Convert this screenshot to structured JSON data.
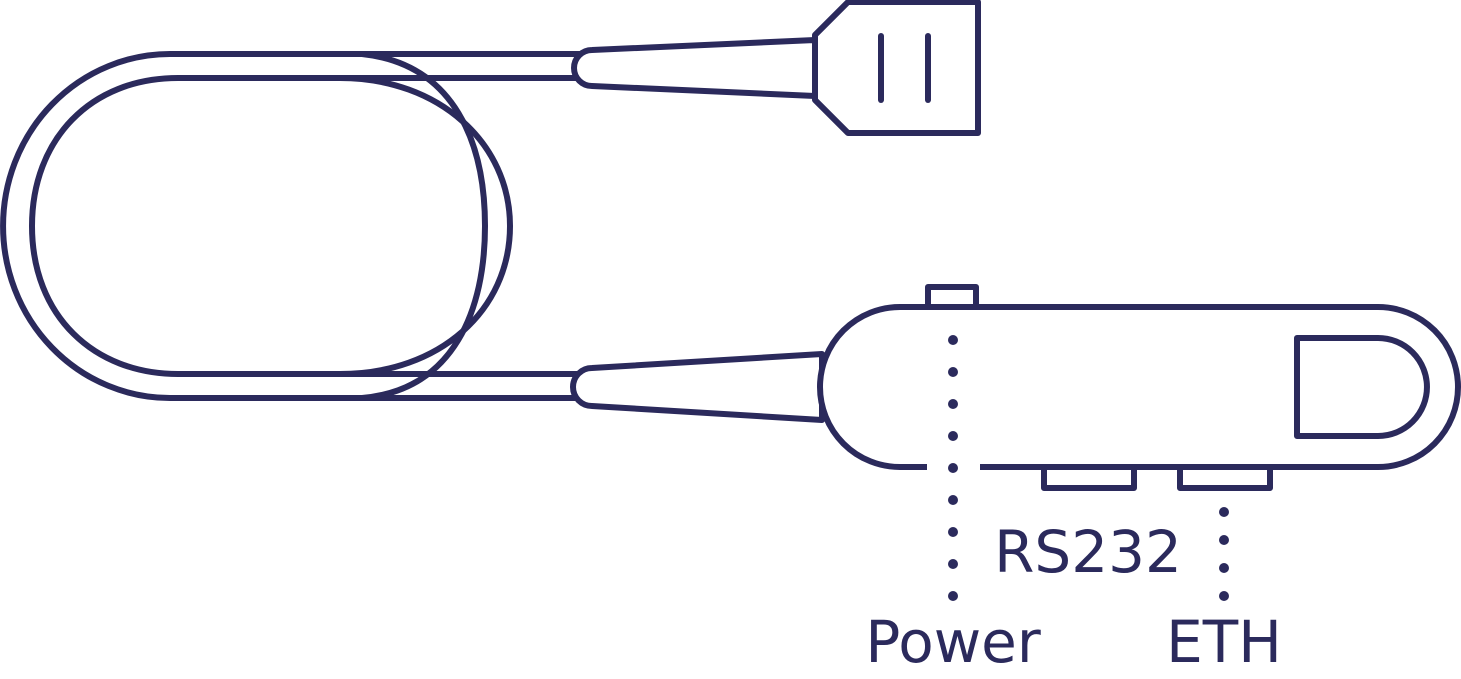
{
  "colors": {
    "ink": "#2b2a5c",
    "background": "#ffffff"
  },
  "labels": {
    "rs232": "RS232",
    "power": "Power",
    "eth": "ETH"
  },
  "icons": {
    "plug": "plug-icon",
    "device": "device-icon",
    "cable": "cable-icon"
  }
}
